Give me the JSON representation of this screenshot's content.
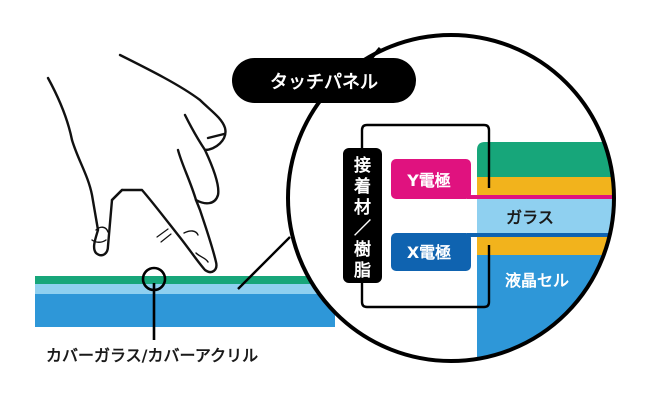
{
  "title": "タッチパネル",
  "colors": {
    "green": "#17a67a",
    "yellow": "#f2b31c",
    "magenta": "#e0127f",
    "light_blue": "#8fd0f0",
    "blue": "#2e97d8",
    "x_electrode": "#0f63b0",
    "black": "#000000"
  },
  "labels": {
    "touch_panel": "タッチパネル",
    "adhesive": [
      "接",
      "着",
      "材",
      "／",
      "樹",
      "脂"
    ],
    "y_electrode": "Y電極",
    "x_electrode": "X電極",
    "glass": "ガラス",
    "lcd_cell": "液晶セル",
    "cover": "カバーガラス/カバーアクリル"
  },
  "layers_zoomed": [
    {
      "name": "cover",
      "color": "green"
    },
    {
      "name": "adhesive-top",
      "color": "yellow"
    },
    {
      "name": "y-electrode-line",
      "color": "magenta"
    },
    {
      "name": "glass",
      "color": "light_blue"
    },
    {
      "name": "x-electrode-line",
      "color": "x_electrode"
    },
    {
      "name": "adhesive-bottom",
      "color": "yellow"
    },
    {
      "name": "lcd-cell",
      "color": "blue"
    }
  ],
  "layers_overview": [
    {
      "name": "cover",
      "color": "green"
    },
    {
      "name": "glass",
      "color": "light_blue"
    },
    {
      "name": "lcd-cell",
      "color": "blue"
    }
  ]
}
